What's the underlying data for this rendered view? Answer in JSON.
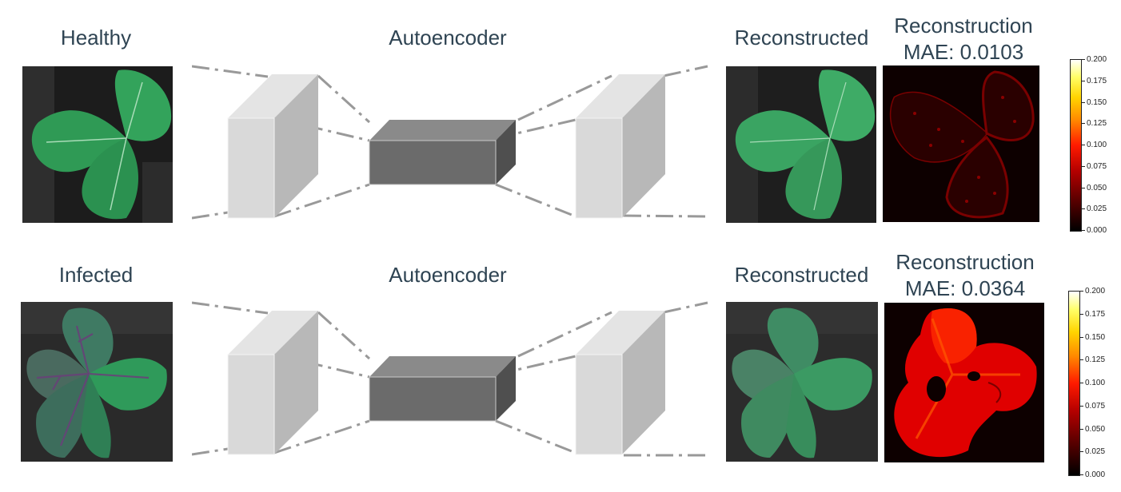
{
  "rows": [
    {
      "input_label": "Healthy",
      "model_label": "Autoencoder",
      "recon_label": "Reconstructed",
      "error_title": "Reconstruction",
      "error_value": "MAE: 0.0103"
    },
    {
      "input_label": "Infected",
      "model_label": "Autoencoder",
      "recon_label": "Reconstructed",
      "error_title": "Reconstruction",
      "error_value": "MAE: 0.0364"
    }
  ],
  "colorbar": {
    "ticks": [
      "0.200",
      "0.175",
      "0.150",
      "0.125",
      "0.100",
      "0.075",
      "0.050",
      "0.025",
      "0.000"
    ],
    "colormap": "hot",
    "range": [
      0.0,
      0.2
    ]
  },
  "colors": {
    "label_text": "#2f4453",
    "leaf_green": "#2f9a55",
    "infected_purple": "#5a4a6a",
    "error_low": "#8a0000",
    "error_high": "#ff1a00",
    "block_light": "#d9d9d9",
    "block_dark": "#6b6b6b"
  }
}
